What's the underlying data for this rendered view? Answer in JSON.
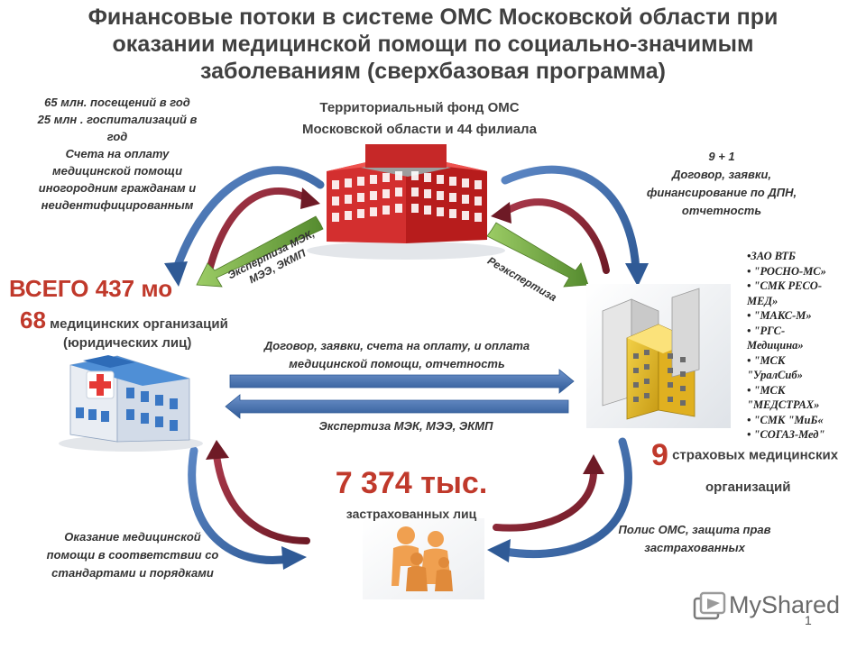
{
  "title_lines": [
    "Финансовые потоки в  системе ОМС Московской области при",
    "оказании медицинской помощи по социально-значимым",
    "заболеваниям (сверхбазовая программа)"
  ],
  "fund": {
    "line1": "Территориальный фонд ОМС",
    "line2": "Московской области и 44 филиала"
  },
  "top_left_note": {
    "line1": "65 млн. посещений  в год",
    "line2": "25 млн . госпитализаций  в",
    "line3": "год",
    "line4": "Счета на оплату",
    "line5": "медицинской помощи",
    "line6": "иногородним гражданам и",
    "line7": "неидентифицированным"
  },
  "top_right_note": {
    "line1": "9 + 1",
    "line2": "Договор, заявки,",
    "line3": "финансирование по ДПН,",
    "line4": "отчетность"
  },
  "insurers": [
    "•ЗАО ВТБ",
    "• \"РОСНО-МС»",
    "• \"СМК РЕСО-",
    "МЕД»",
    "• \"МАКС-М»",
    "• \"РГС-",
    "Медицина»",
    "• \"МСК",
    "\"УралСиб»",
    "• \"МСК",
    "\"МЕДСТРАХ»",
    "• \"СМК \"МиБ«",
    "• \"СОГАЗ-Мед\""
  ],
  "med_orgs": {
    "total": "ВСЕГО 437 мо",
    "count": "68",
    "count_label": " медицинских организаций",
    "legal": "(юридических лиц)"
  },
  "expertise_left": {
    "line1": "Экспертиза МЭК,",
    "line2": "МЭЭ, ЭКМП"
  },
  "reexpertise": "Реэкспертиза",
  "flow_top": {
    "line1": "Договор, заявки, счета на оплату, и оплата",
    "line2": "медицинской помощи, отчетность"
  },
  "flow_bottom": "Экспертиза МЭК, МЭЭ, ЭКМП",
  "insurance_orgs": {
    "count": "9",
    "label1": " страховых медицинских",
    "label2": "организаций"
  },
  "insured": {
    "count": "7 374 тыс.",
    "label": "застрахованных лиц"
  },
  "bottom_left_note": {
    "line1": "Оказание медицинской",
    "line2": "помощи в соответствии со",
    "line3": "стандартами и порядками"
  },
  "bottom_right_note": {
    "line1": "Полис ОМС, защита прав",
    "line2": "застрахованных"
  },
  "watermark": "MyShared",
  "page_number": "1",
  "colors": {
    "title": "#404040",
    "accent_red": "#c0392b",
    "arrow_blue": "#3f6aa8",
    "arrow_dark_red": "#8b2230",
    "arrow_green": "#7cb342"
  },
  "icons": [
    "fund-building-icon",
    "hospital-icon",
    "insurer-buildings-icon",
    "family-icon",
    "myshared-logo-icon"
  ]
}
